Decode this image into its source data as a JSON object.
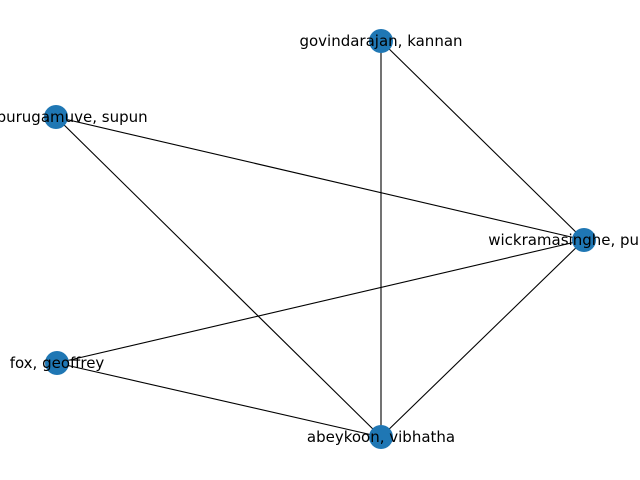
{
  "graph": {
    "node_color": "#1f77b4",
    "edge_color": "#000000",
    "nodes": [
      {
        "id": "govindarajan",
        "label": "govindarajan, kannan"
      },
      {
        "id": "kamburugamuve",
        "label": "kamburugamuve, supun"
      },
      {
        "id": "wickramasinghe",
        "label": "wickramasinghe, pulasthi"
      },
      {
        "id": "fox",
        "label": "fox, geoffrey"
      },
      {
        "id": "abeykoon",
        "label": "abeykoon, vibhatha"
      }
    ],
    "edges": [
      [
        "govindarajan",
        "abeykoon"
      ],
      [
        "govindarajan",
        "wickramasinghe"
      ],
      [
        "kamburugamuve",
        "wickramasinghe"
      ],
      [
        "kamburugamuve",
        "abeykoon"
      ],
      [
        "wickramasinghe",
        "fox"
      ],
      [
        "wickramasinghe",
        "abeykoon"
      ],
      [
        "fox",
        "abeykoon"
      ]
    ]
  }
}
